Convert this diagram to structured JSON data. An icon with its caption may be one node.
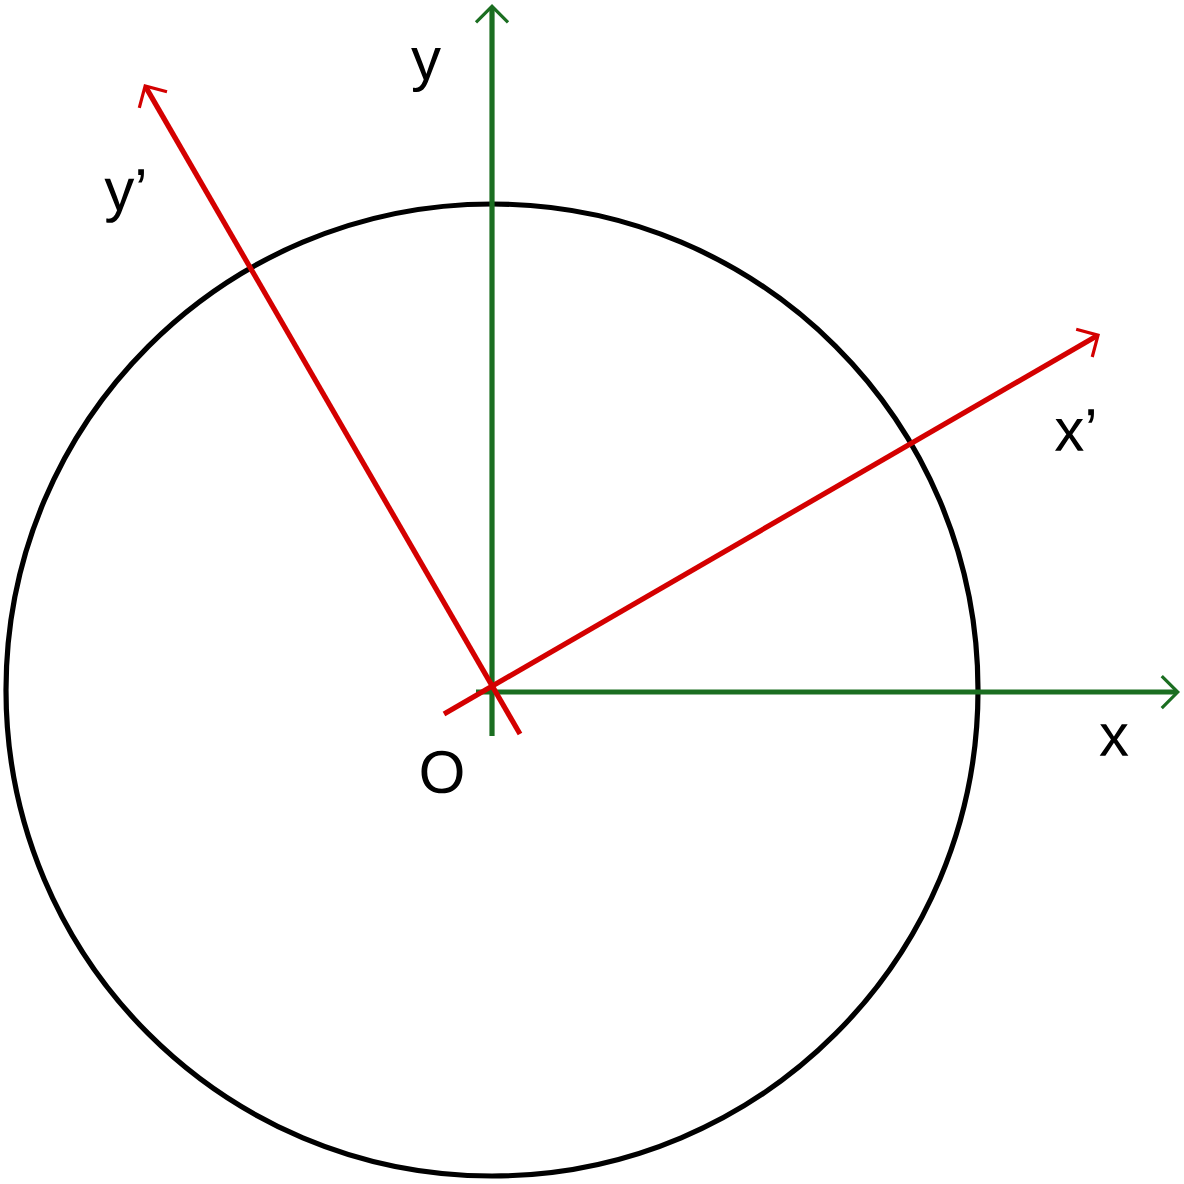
{
  "diagram": {
    "labels": [
      "y",
      "y’",
      "x’",
      "x",
      "O"
    ]
  }
}
